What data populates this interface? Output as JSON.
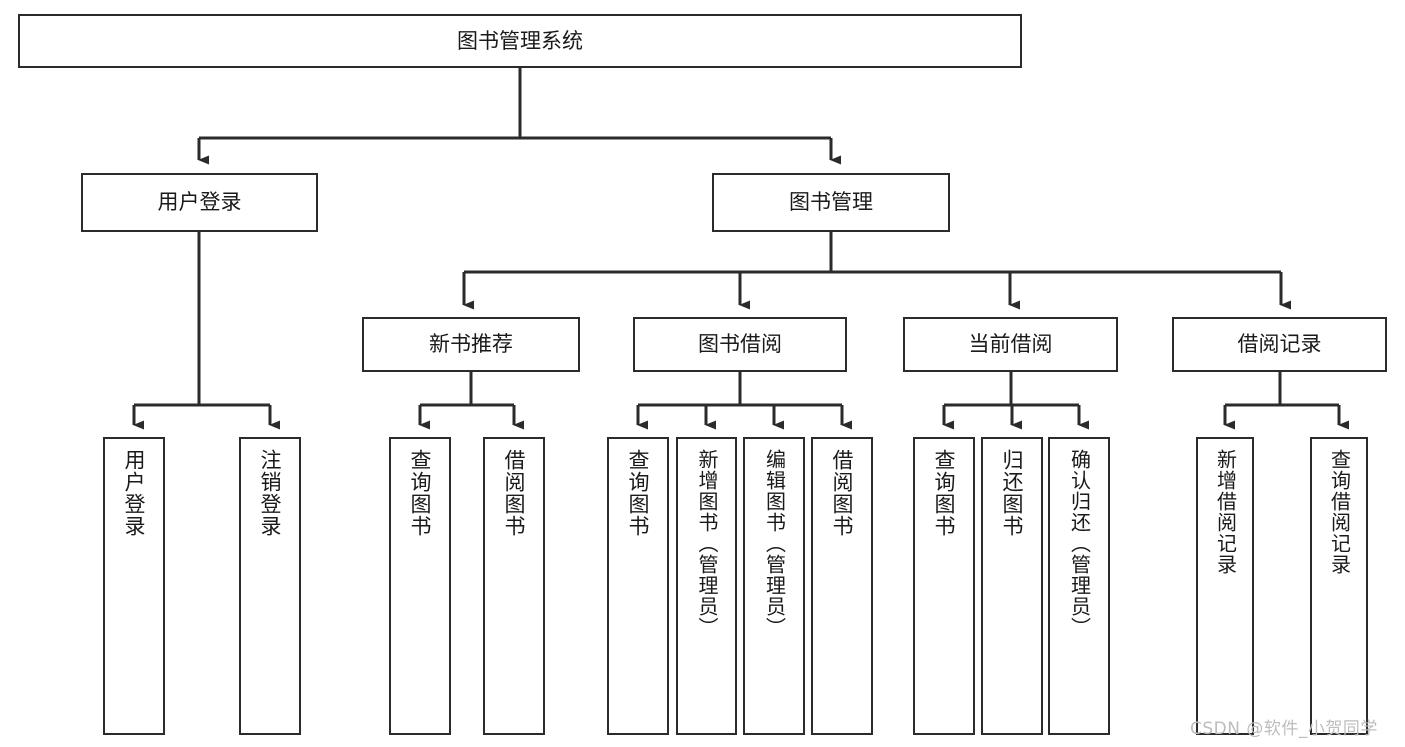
{
  "diagram": {
    "title": "图书管理系统",
    "watermark": "CSDN @软件_小贺同学",
    "colors": {
      "box_border": "#2b2b2b",
      "box_fill": "#ffffff",
      "connector": "#2b2b2b",
      "text": "#1a1a1a",
      "watermark": "#bdbdbd"
    },
    "nodes": {
      "root": "图书管理系统",
      "level2": {
        "user_login": "用户登录",
        "book_manage": "图书管理"
      },
      "level3": {
        "new_book_recommend": "新书推荐",
        "book_borrow": "图书借阅",
        "current_borrow": "当前借阅",
        "borrow_record": "借阅记录"
      },
      "leaves": {
        "user_login_1": "用户登录",
        "user_login_2": "注销登录",
        "new_book_1": "查询图书",
        "new_book_2": "借阅图书",
        "book_borrow_1": "查询图书",
        "book_borrow_2": "新增图书（管理员）",
        "book_borrow_3": "编辑图书（管理员）",
        "book_borrow_4": "借阅图书",
        "current_borrow_1": "查询图书",
        "current_borrow_2": "归还图书",
        "current_borrow_3": "确认归还（管理员）",
        "borrow_record_1": "新增借阅记录",
        "borrow_record_2": "查询借阅记录"
      }
    }
  }
}
